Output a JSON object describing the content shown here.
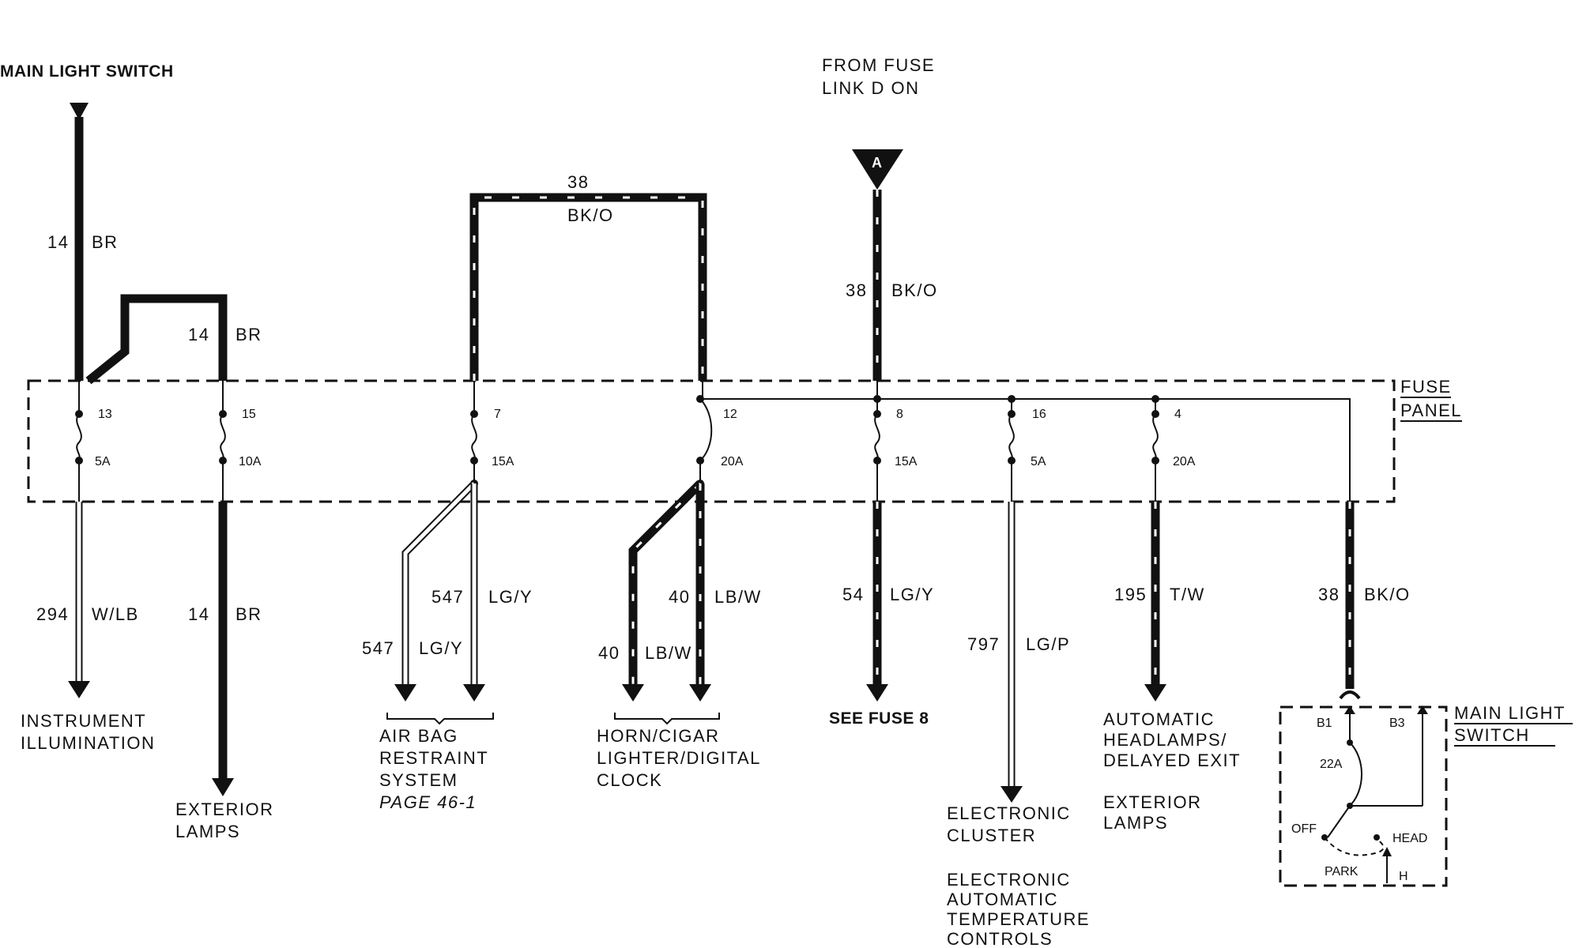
{
  "top_labels": {
    "main_light_switch": "MAIN LIGHT SWITCH",
    "from_fuse_line1": "FROM FUSE",
    "from_fuse_line2": "LINK D ON",
    "connector_a": "A",
    "fuse_panel_line1": "FUSE",
    "fuse_panel_line2": "PANEL",
    "switch_box_line1": "MAIN LIGHT",
    "switch_box_line2": "SWITCH"
  },
  "wires_top": {
    "w14_left": {
      "num": "14",
      "color": "BR"
    },
    "w14_mid": {
      "num": "14",
      "color": "BR"
    },
    "w38_top": {
      "num": "38",
      "color": "BK/O"
    },
    "w38_feed": {
      "num": "38",
      "color": "BK/O"
    }
  },
  "fuses": [
    {
      "pos": "13",
      "amp": "5A"
    },
    {
      "pos": "15",
      "amp": "10A"
    },
    {
      "pos": "7",
      "amp": "15A"
    },
    {
      "pos": "12",
      "amp": "20A"
    },
    {
      "pos": "8",
      "amp": "15A"
    },
    {
      "pos": "16",
      "amp": "5A"
    },
    {
      "pos": "4",
      "amp": "20A"
    }
  ],
  "wires_bottom": {
    "w294": {
      "num": "294",
      "color": "W/LB"
    },
    "w14": {
      "num": "14",
      "color": "BR"
    },
    "w547a": {
      "num": "547",
      "color": "LG/Y"
    },
    "w547b": {
      "num": "547",
      "color": "LG/Y"
    },
    "w40a": {
      "num": "40",
      "color": "LB/W"
    },
    "w40b": {
      "num": "40",
      "color": "LB/W"
    },
    "w54": {
      "num": "54",
      "color": "LG/Y"
    },
    "w797": {
      "num": "797",
      "color": "LG/P"
    },
    "w195": {
      "num": "195",
      "color": "T/W"
    },
    "w38": {
      "num": "38",
      "color": "BK/O"
    }
  },
  "destinations": {
    "instrument_1": "INSTRUMENT",
    "instrument_2": "ILLUMINATION",
    "exterior_1": "EXTERIOR",
    "exterior_2": "LAMPS",
    "airbag_1": "AIR BAG",
    "airbag_2": "RESTRAINT",
    "airbag_3": "SYSTEM",
    "airbag_page": "PAGE 46-1",
    "horn_1": "HORN/CIGAR",
    "horn_2": "LIGHTER/DIGITAL",
    "horn_3": "CLOCK",
    "see_fuse": "SEE FUSE 8",
    "cluster_1": "ELECTRONIC",
    "cluster_2": "CLUSTER",
    "eatc_1": "ELECTRONIC",
    "eatc_2": "AUTOMATIC",
    "eatc_3": "TEMPERATURE",
    "eatc_4": "CONTROLS",
    "auto_1": "AUTOMATIC",
    "auto_2": "HEADLAMPS/",
    "auto_3": "DELAYED EXIT",
    "ext2_1": "EXTERIOR",
    "ext2_2": "LAMPS"
  },
  "switch": {
    "b1": "B1",
    "b3": "B3",
    "amp": "22A",
    "off": "OFF",
    "head": "HEAD",
    "park": "PARK",
    "h": "H"
  }
}
